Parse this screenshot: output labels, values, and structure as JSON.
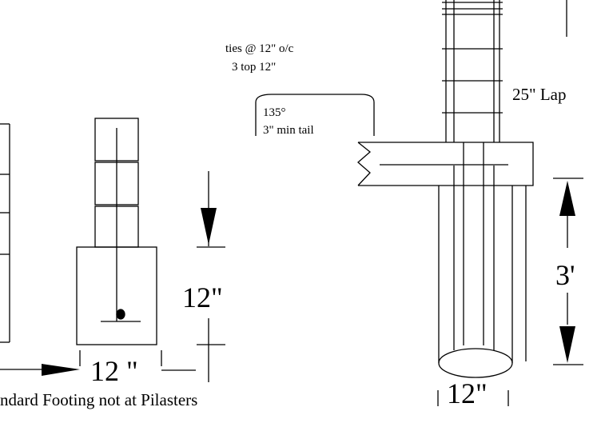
{
  "labels": {
    "ties_line1": "ties @ 12\" o/c",
    "ties_line2": "3 top 12\"",
    "hook_angle": "135°",
    "hook_tail": "3\" min tail",
    "lap": "25\" Lap",
    "left_dim_height": "12\"",
    "left_dim_width": "12 \"",
    "pier_depth": "3'",
    "pier_diameter": "12\"",
    "caption": "ndard Footing not at Pilasters"
  }
}
